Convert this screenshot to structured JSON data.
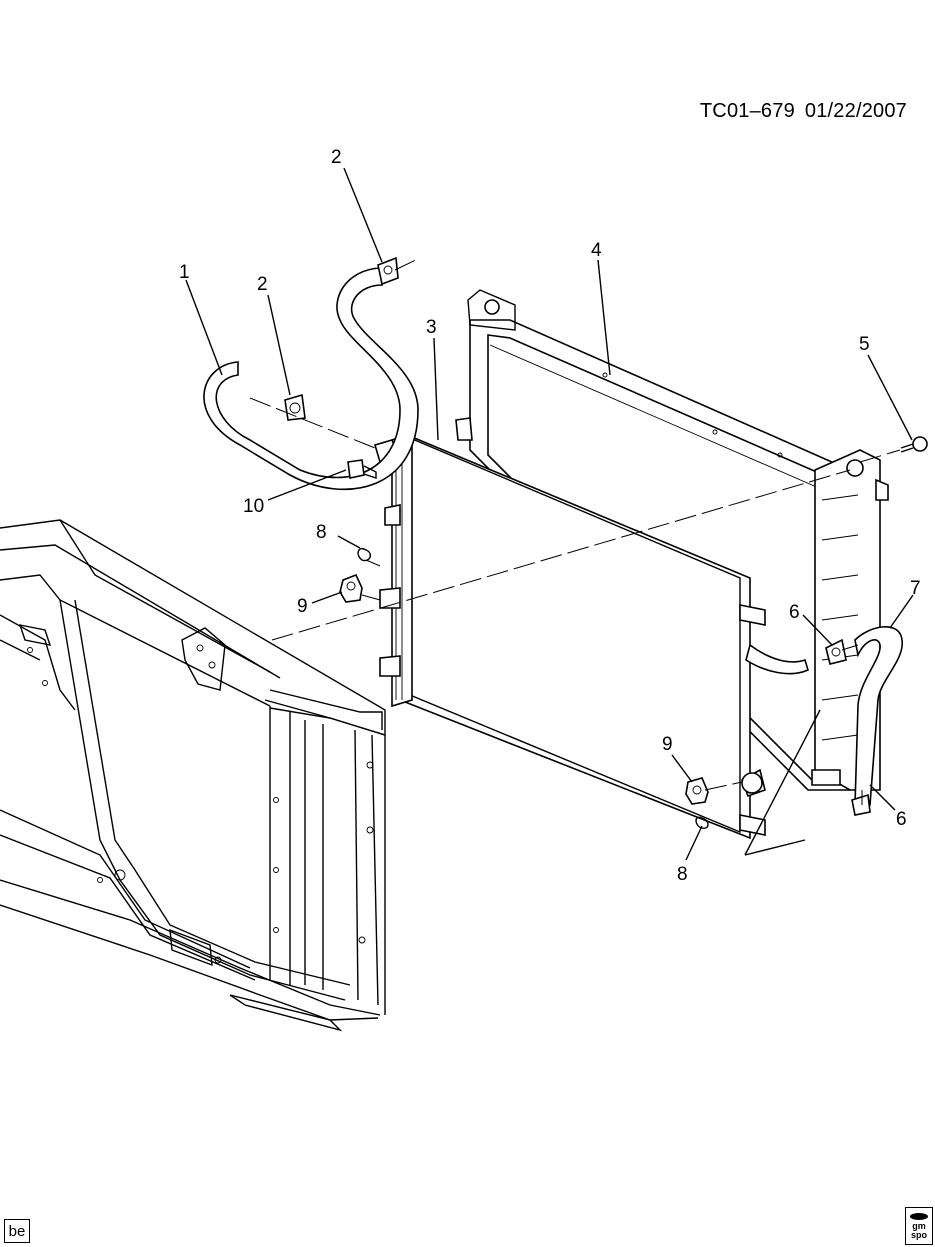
{
  "header": {
    "code": "TC01–679",
    "date": "01/22/2007"
  },
  "callouts": {
    "c1": "1",
    "c2a": "2",
    "c2b": "2",
    "c3": "3",
    "c4": "4",
    "c5": "5",
    "c6a": "6",
    "c6b": "6",
    "c7": "7",
    "c8a": "8",
    "c8b": "8",
    "c9a": "9",
    "c9b": "9",
    "c10": "10"
  },
  "footer": {
    "left_badge": "be",
    "logo_text": "gm spo"
  }
}
